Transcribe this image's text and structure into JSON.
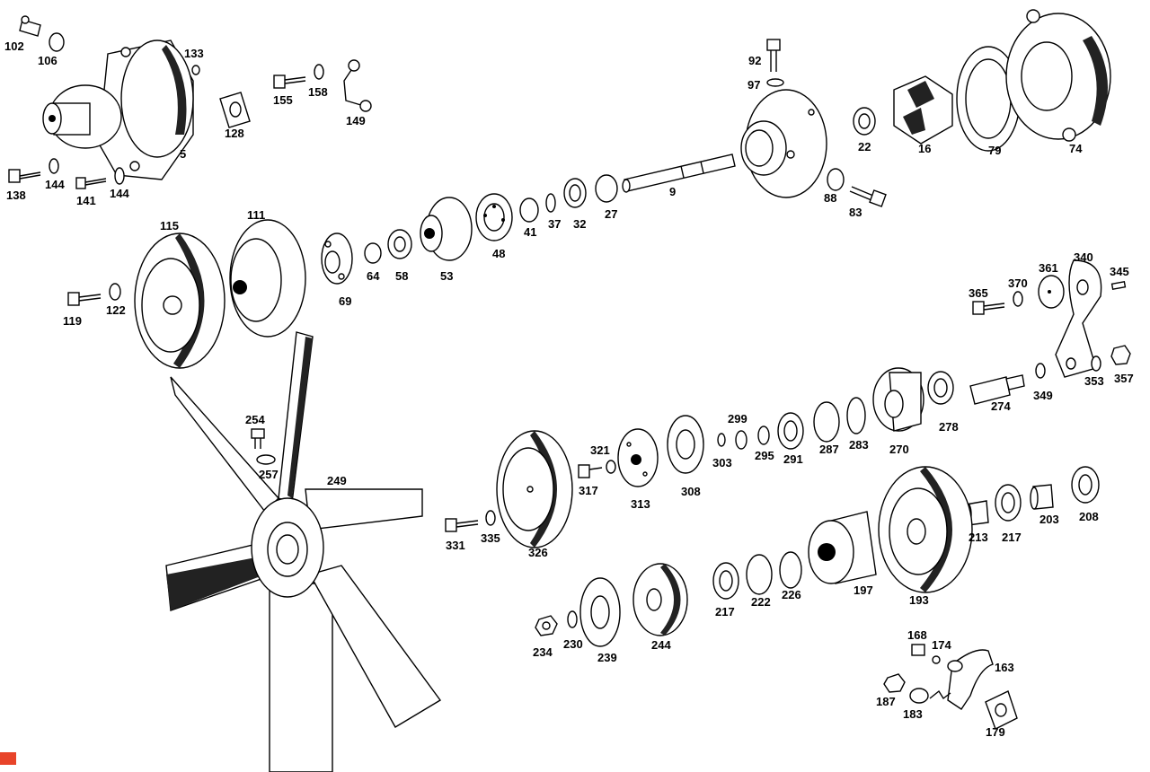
{
  "diagram": {
    "labels": {
      "p5": "5",
      "p102": "102",
      "p106": "106",
      "p133": "133",
      "p138": "138",
      "p144a": "144",
      "p144b": "144",
      "p141": "141",
      "p128": "128",
      "p155": "155",
      "p158": "158",
      "p149": "149",
      "p92": "92",
      "p97": "97",
      "p22": "22",
      "p16": "16",
      "p79": "79",
      "p74": "74",
      "p88": "88",
      "p83": "83",
      "p9": "9",
      "p27": "27",
      "p32": "32",
      "p37": "37",
      "p41": "41",
      "p48": "48",
      "p53": "53",
      "p58": "58",
      "p64": "64",
      "p69": "69",
      "p111": "111",
      "p115": "115",
      "p119": "119",
      "p122": "122",
      "p254": "254",
      "p257": "257",
      "p249": "249",
      "p365": "365",
      "p370": "370",
      "p361": "361",
      "p340": "340",
      "p345": "345",
      "p349": "349",
      "p353": "353",
      "p357": "357",
      "p274": "274",
      "p278": "278",
      "p270": "270",
      "p283": "283",
      "p287": "287",
      "p291": "291",
      "p295": "295",
      "p299": "299",
      "p303": "303",
      "p308": "308",
      "p313": "313",
      "p317": "317",
      "p321": "321",
      "p326": "326",
      "p331": "331",
      "p335": "335",
      "p208": "208",
      "p203": "203",
      "p217a": "217",
      "p213": "213",
      "p193": "193",
      "p197": "197",
      "p226": "226",
      "p222": "222",
      "p217b": "217",
      "p244": "244",
      "p239": "239",
      "p230": "230",
      "p234": "234",
      "p168": "168",
      "p174": "174",
      "p163": "163",
      "p187": "187",
      "p183": "183",
      "p179": "179"
    }
  }
}
